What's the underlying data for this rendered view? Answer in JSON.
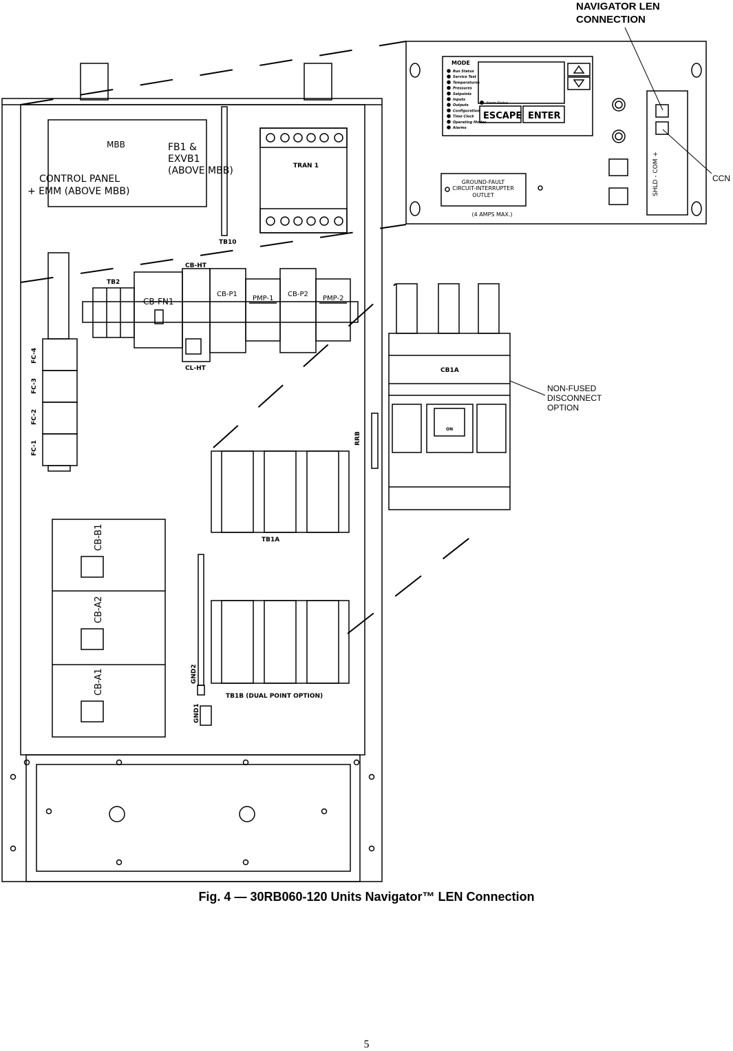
{
  "callouts": {
    "navigator_len_line1": "NAVIGATOR LEN",
    "navigator_len_line2": "CONNECTION",
    "ccn": "CCN",
    "non_fused_line1": "NON-FUSED",
    "non_fused_line2": "DISCONNECT",
    "non_fused_line3": "OPTION"
  },
  "navigator": {
    "mode_title": "MODE",
    "mode_items": [
      "Run Status",
      "Service Test",
      "Temperatures",
      "Pressures",
      "Setpoints",
      "Inputs",
      "Outputs",
      "Configuration",
      "Time Clock",
      "Operating Modes",
      "Alarms"
    ],
    "alarm_status": "Alarm Status",
    "escape": "ESCAPE",
    "enter": "ENTER",
    "gfci_line1": "GROUND-FAULT",
    "gfci_line2": "CIRCUIT-INTERRUPTER",
    "gfci_line3": "OUTLET",
    "gfci_rating": "(4 AMPS MAX.)",
    "terminal_label": "SHLD - COM +"
  },
  "panel": {
    "mbb": "MBB",
    "fb1_line1": "FB1 &",
    "fb1_line2": "EXVB1",
    "fb1_line3": "(ABOVE MBB)",
    "control_line1": "CONTROL PANEL",
    "control_line2": "+ EMM (ABOVE MBB)",
    "tran1": "TRAN 1",
    "tb10": "TB10",
    "tb2": "TB2",
    "cb_ht": "CB-HT",
    "cl_ht": "CL-HT",
    "cb_fn1": "CB-FN1",
    "cb_p1": "CB-P1",
    "pmp1": "PMP-1",
    "cb_p2": "CB-P2",
    "pmp2": "PMP-2",
    "fc4": "FC-4",
    "fc3": "FC-3",
    "fc2": "FC-2",
    "fc1": "FC-1",
    "rrb": "RRB",
    "cb1a": "CB1A",
    "on": "ON",
    "tb1a": "TB1A",
    "tb1b": "TB1B (DUAL POINT OPTION)",
    "gnd2": "GND2",
    "gnd1": "GND1",
    "cb_b1": "CB-B1",
    "cb_a2": "CB-A2",
    "cb_a1": "CB-A1"
  },
  "caption": "Fig. 4 — 30RB060-120 Units Navigator™ LEN Connection",
  "page_number": "5"
}
